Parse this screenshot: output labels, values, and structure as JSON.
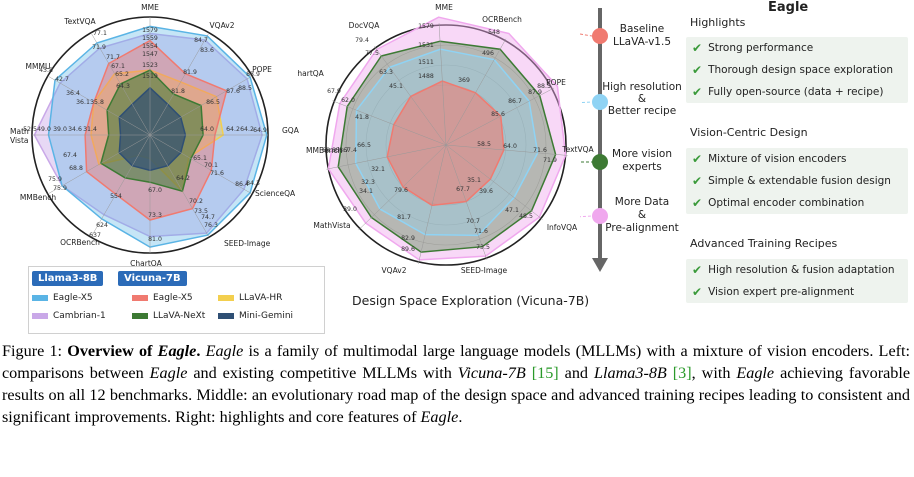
{
  "figure": {
    "left_chart": {
      "axes": [
        "MME",
        "VQAv2",
        "POPE",
        "GQA",
        "ScienceQA",
        "SEED-Image",
        "ChartQA",
        "OCRBench",
        "MMBench",
        "Math Vista",
        "MMMU",
        "TextVQA"
      ],
      "labels": {
        "MME": [
          "1579",
          "1559",
          "1554",
          "1547",
          "1523",
          "1519"
        ],
        "VQAv2": [
          "84.7",
          "83.6",
          "81.9",
          "81.8"
        ],
        "POPE": [
          "88.9",
          "88.5",
          "87.6",
          "86.5"
        ],
        "GQA": [
          "64.9",
          "64.2",
          "64.2",
          "64.0"
        ],
        "ScienceQA": [
          "84.3",
          "86.4",
          "71.6",
          "70.1",
          "65.1"
        ],
        "SEED-Image": [
          "76.3",
          "74.7",
          "73.5",
          "70.2",
          "64.2"
        ],
        "ChartQA": [
          "81.0",
          "73.3",
          "67.0"
        ],
        "OCRBench": [
          "637",
          "624",
          "554"
        ],
        "MMBench": [
          "75.9",
          "75.9",
          "68.8",
          "67.4"
        ],
        "Math Vista": [
          "52.5",
          "49.0",
          "39.0",
          "34.6",
          "31.4"
        ],
        "MMMU": [
          "43.8",
          "42.7",
          "36.4",
          "36.1",
          "35.8"
        ],
        "TextVQA": [
          "77.1",
          "71.9",
          "71.7",
          "67.1",
          "65.2",
          "64.3"
        ]
      }
    },
    "legend": {
      "group1_title": "Llama3-8B",
      "group1": [
        {
          "name": "Eagle-X5",
          "color": "#5ab4e5"
        },
        {
          "name": "Cambrian-1",
          "color": "#c9a8e8"
        }
      ],
      "group2_title": "Vicuna-7B",
      "group2": [
        {
          "name": "Eagle-X5",
          "color": "#f07a70"
        },
        {
          "name": "LLaVA-HR",
          "color": "#f3cf4e"
        },
        {
          "name": "LLaVA-NeXt",
          "color": "#3d7a34"
        },
        {
          "name": "Mini-Gemini",
          "color": "#2f4f74"
        }
      ]
    },
    "middle_chart": {
      "axes": [
        "MME",
        "OCRBench",
        "POPE",
        "TextVQA",
        "InfoVQA",
        "SEED-Image",
        "VQAv2",
        "MathVista",
        "MMBench",
        "ChartQA",
        "DocVQA"
      ],
      "labels": {
        "MME": [
          "1579",
          "1531",
          "1511",
          "1488"
        ],
        "OCRBench": [
          "548",
          "496",
          "369"
        ],
        "POPE": [
          "88.5",
          "87.9",
          "86.7",
          "85.6"
        ],
        "TextVQA": [
          "71.9",
          "71.6",
          "64.0",
          "58.5"
        ],
        "InfoVQA": [
          "48.5",
          "47.1",
          "39.6",
          "35.1"
        ],
        "SEED-Image": [
          "73.5",
          "71.6",
          "70.7",
          "67.7"
        ],
        "VQAv2": [
          "89.6",
          "82.9",
          "81.7",
          "79.6"
        ],
        "MathVista": [
          "39.0",
          "34.1",
          "32.3",
          "32.1"
        ],
        "MMBench": [
          "68.8",
          "68.7",
          "67.4",
          "66.5"
        ],
        "ChartQA": [
          "67.9",
          "62.0",
          "41.8"
        ],
        "DocVQA": [
          "79.4",
          "77.5",
          "63.3",
          "45.1"
        ]
      },
      "title": "Design Space Exploration (Vicuna-7B)"
    },
    "roadmap": [
      {
        "label": "Baseline\nLLaVA-v1.5",
        "color": "#f07a70"
      },
      {
        "label": "High resolution\n&\nBetter recipe",
        "color": "#8fd3f4"
      },
      {
        "label": "More vision\nexperts",
        "color": "#3d7a34"
      },
      {
        "label": "More Data\n&\nPre-alignment",
        "color": "#f0a8ee"
      }
    ],
    "right_panel": {
      "title": "Eagle",
      "sections": [
        {
          "heading": "Highlights",
          "items": [
            "Strong performance",
            "Thorough design space exploration",
            "Fully open-source (data + recipe)"
          ]
        },
        {
          "heading": "Vision-Centric Design",
          "items": [
            "Mixture of vision encoders",
            "Simple & extendable fusion design",
            "Optimal encoder combination"
          ]
        },
        {
          "heading": "Advanced Training Recipes",
          "items": [
            "High resolution & fusion adaptation",
            "Vision expert pre-alignment"
          ]
        }
      ]
    }
  },
  "caption": {
    "lead": "Figure 1:",
    "bold": "Overview of ",
    "bold_it": "Eagle",
    "bold_end": ".",
    "s1_it": "Eagle",
    "s1": " is a family of multimodal large language models (MLLMs) with a mixture of vision encoders. Left: comparisons between ",
    "s2_it": "Eagle",
    "s2": " and existing competitive MLLMs with ",
    "s3_it": "Vicuna-7B",
    "ref1": "[15]",
    "s4": " and ",
    "s5_it": "Llama3-8B",
    "ref2": "[3]",
    "s6": ", with ",
    "s7_it": "Eagle",
    "s8": " achieving favorable results on all 12 benchmarks. Middle: an evolutionary road map of the design space and advanced training recipes leading to consistent and significant improvements. Right: highlights and core features of ",
    "s9_it": "Eagle",
    "s10": "."
  }
}
